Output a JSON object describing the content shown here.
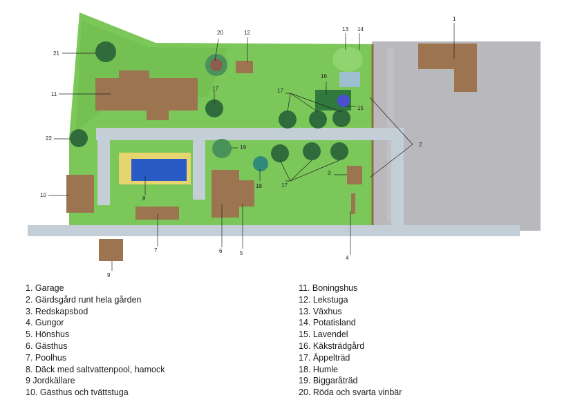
{
  "map_markers": {
    "n1": "1",
    "n2": "2",
    "n3": "3",
    "n4": "4",
    "n5": "5",
    "n6": "6",
    "n7": "7",
    "n8": "8",
    "n9": "9",
    "n10": "10",
    "n11": "11",
    "n12": "12",
    "n13": "13",
    "n14": "14",
    "n15": "15",
    "n16": "16",
    "n17": "17",
    "n18": "18",
    "n19": "19",
    "n20": "20",
    "n21": "21",
    "n22": "22"
  },
  "legend_left": [
    "1. Garage",
    "2. Gärdsgård runt hela gården",
    "3. Redskapsbod",
    "4. Gungor",
    "5. Hönshus",
    "6. Gästhus",
    "7. Poolhus",
    "8. Däck med saltvattenpool, hamock",
    "9 Jordkällare",
    "10. Gästhus och tvättstuga"
  ],
  "legend_right": [
    "11. Boningshus",
    "12. Lekstuga",
    "13. Växhus",
    "14. Potatisland",
    "15. Lavendel",
    "16. Käksträdgård",
    "17. Äppelträd",
    "18. Humle",
    "19. Biggaråträd",
    "20. Röda och svarta vinbär"
  ],
  "colors": {
    "lawn": "#7cc75a",
    "paving": "#b8b8bd",
    "path": "#c3ced6",
    "building": "#9c7450",
    "pool": "#2a5bc4",
    "deck": "#e6d46e",
    "tree": "#2f6b3b"
  }
}
